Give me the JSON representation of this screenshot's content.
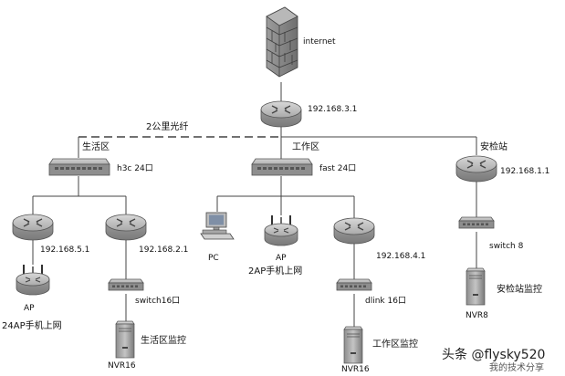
{
  "labels": {
    "internet": "internet",
    "core_router_ip": "192.168.3.1",
    "fiber_link": "2公里光纤",
    "zone_living": "生活区",
    "zone_work": "工作区",
    "zone_security": "安检站",
    "switch_h3c": "h3c 24口",
    "switch_fast": "fast 24口",
    "router_security_ip": "192.168.1.1",
    "router_living_ap_ip": "192.168.5.1",
    "router_living_mon_ip": "192.168.2.1",
    "router_work_mon_ip": "192.168.4.1",
    "pc": "PC",
    "ap_work": "AP",
    "ap_work_desc": "2AP手机上网",
    "ap_living": "AP",
    "ap_living_desc": "24AP手机上网",
    "switch_living": "switch16口",
    "switch_work": "dlink 16口",
    "switch_security": "switch 8",
    "nvr_security": "NVR8",
    "monitor_security": "安检站监控",
    "nvr_living": "NVR16",
    "monitor_living": "生活区监控",
    "nvr_work": "NVR16",
    "monitor_work": "工作区监控"
  },
  "watermark": {
    "author": "头条 @flysky520",
    "sub": "我的技术分享"
  }
}
